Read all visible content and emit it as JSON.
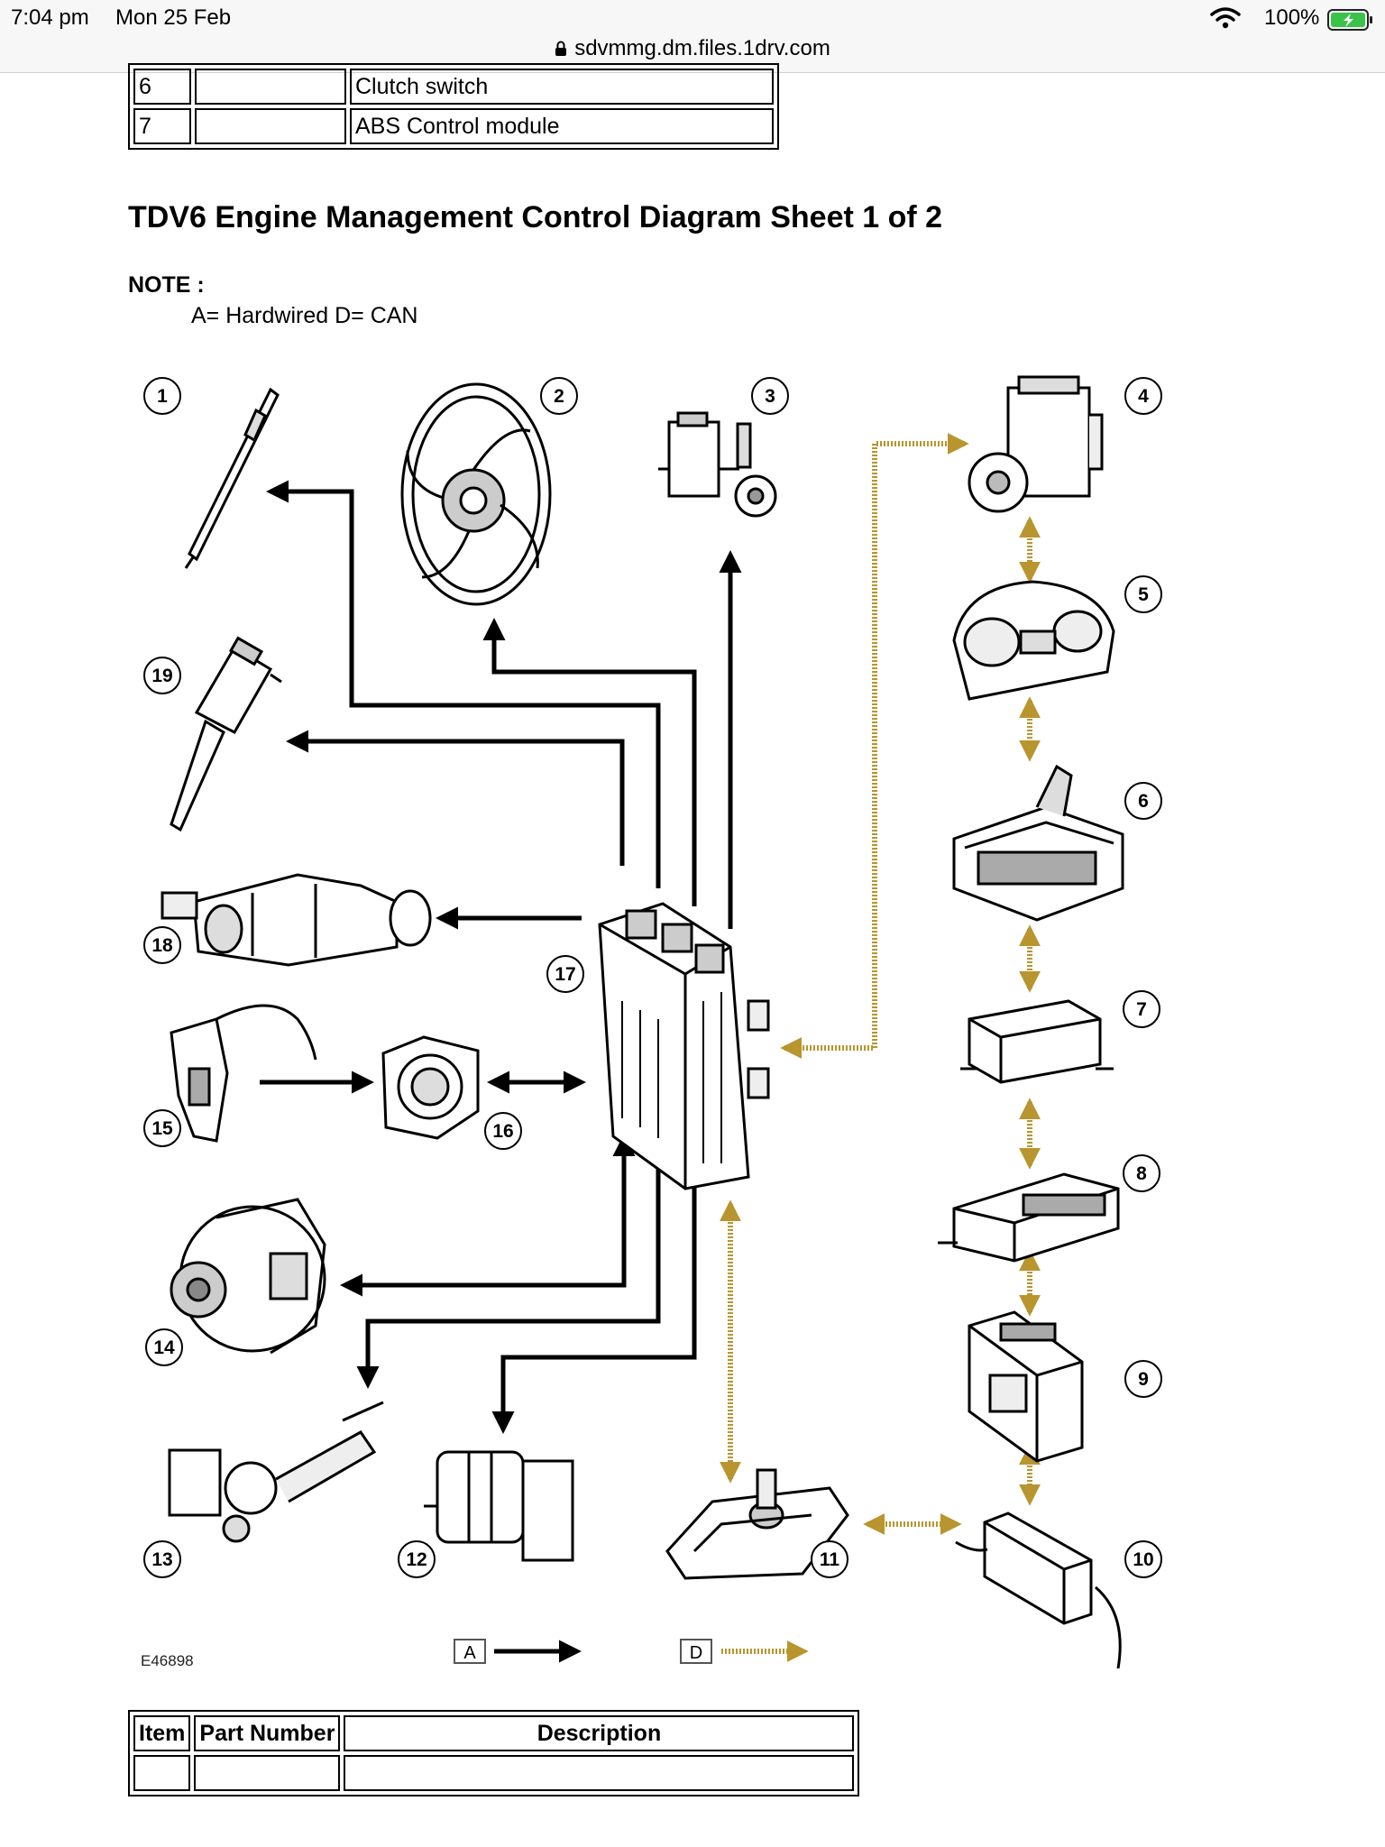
{
  "status_bar": {
    "time": "7:04 pm",
    "date": "Mon 25 Feb",
    "url": "sdvmmg.dm.files.1drv.com",
    "battery_percent": "100%",
    "icons": [
      "wifi-icon",
      "battery-charging-icon",
      "lock-icon"
    ]
  },
  "top_table": {
    "rows": [
      {
        "item": "6",
        "part_number": "",
        "description": "Clutch switch"
      },
      {
        "item": "7",
        "part_number": "",
        "description": "ABS Control module"
      }
    ]
  },
  "heading": "TDV6 Engine Management Control Diagram Sheet 1 of 2",
  "note": {
    "label": "NOTE :",
    "text": "A= Hardwired D= CAN"
  },
  "diagram": {
    "figure_id": "E46898",
    "callouts": [
      "1",
      "2",
      "3",
      "4",
      "5",
      "6",
      "7",
      "8",
      "9",
      "10",
      "11",
      "12",
      "13",
      "14",
      "15",
      "16",
      "17",
      "18",
      "19"
    ],
    "legend": {
      "hardwired_key": "A",
      "can_key": "D"
    },
    "colors": {
      "hardwired": "#000000",
      "can": "#b8952e"
    }
  },
  "bottom_table": {
    "headers": {
      "item": "Item",
      "part_number": "Part Number",
      "description": "Description"
    }
  }
}
